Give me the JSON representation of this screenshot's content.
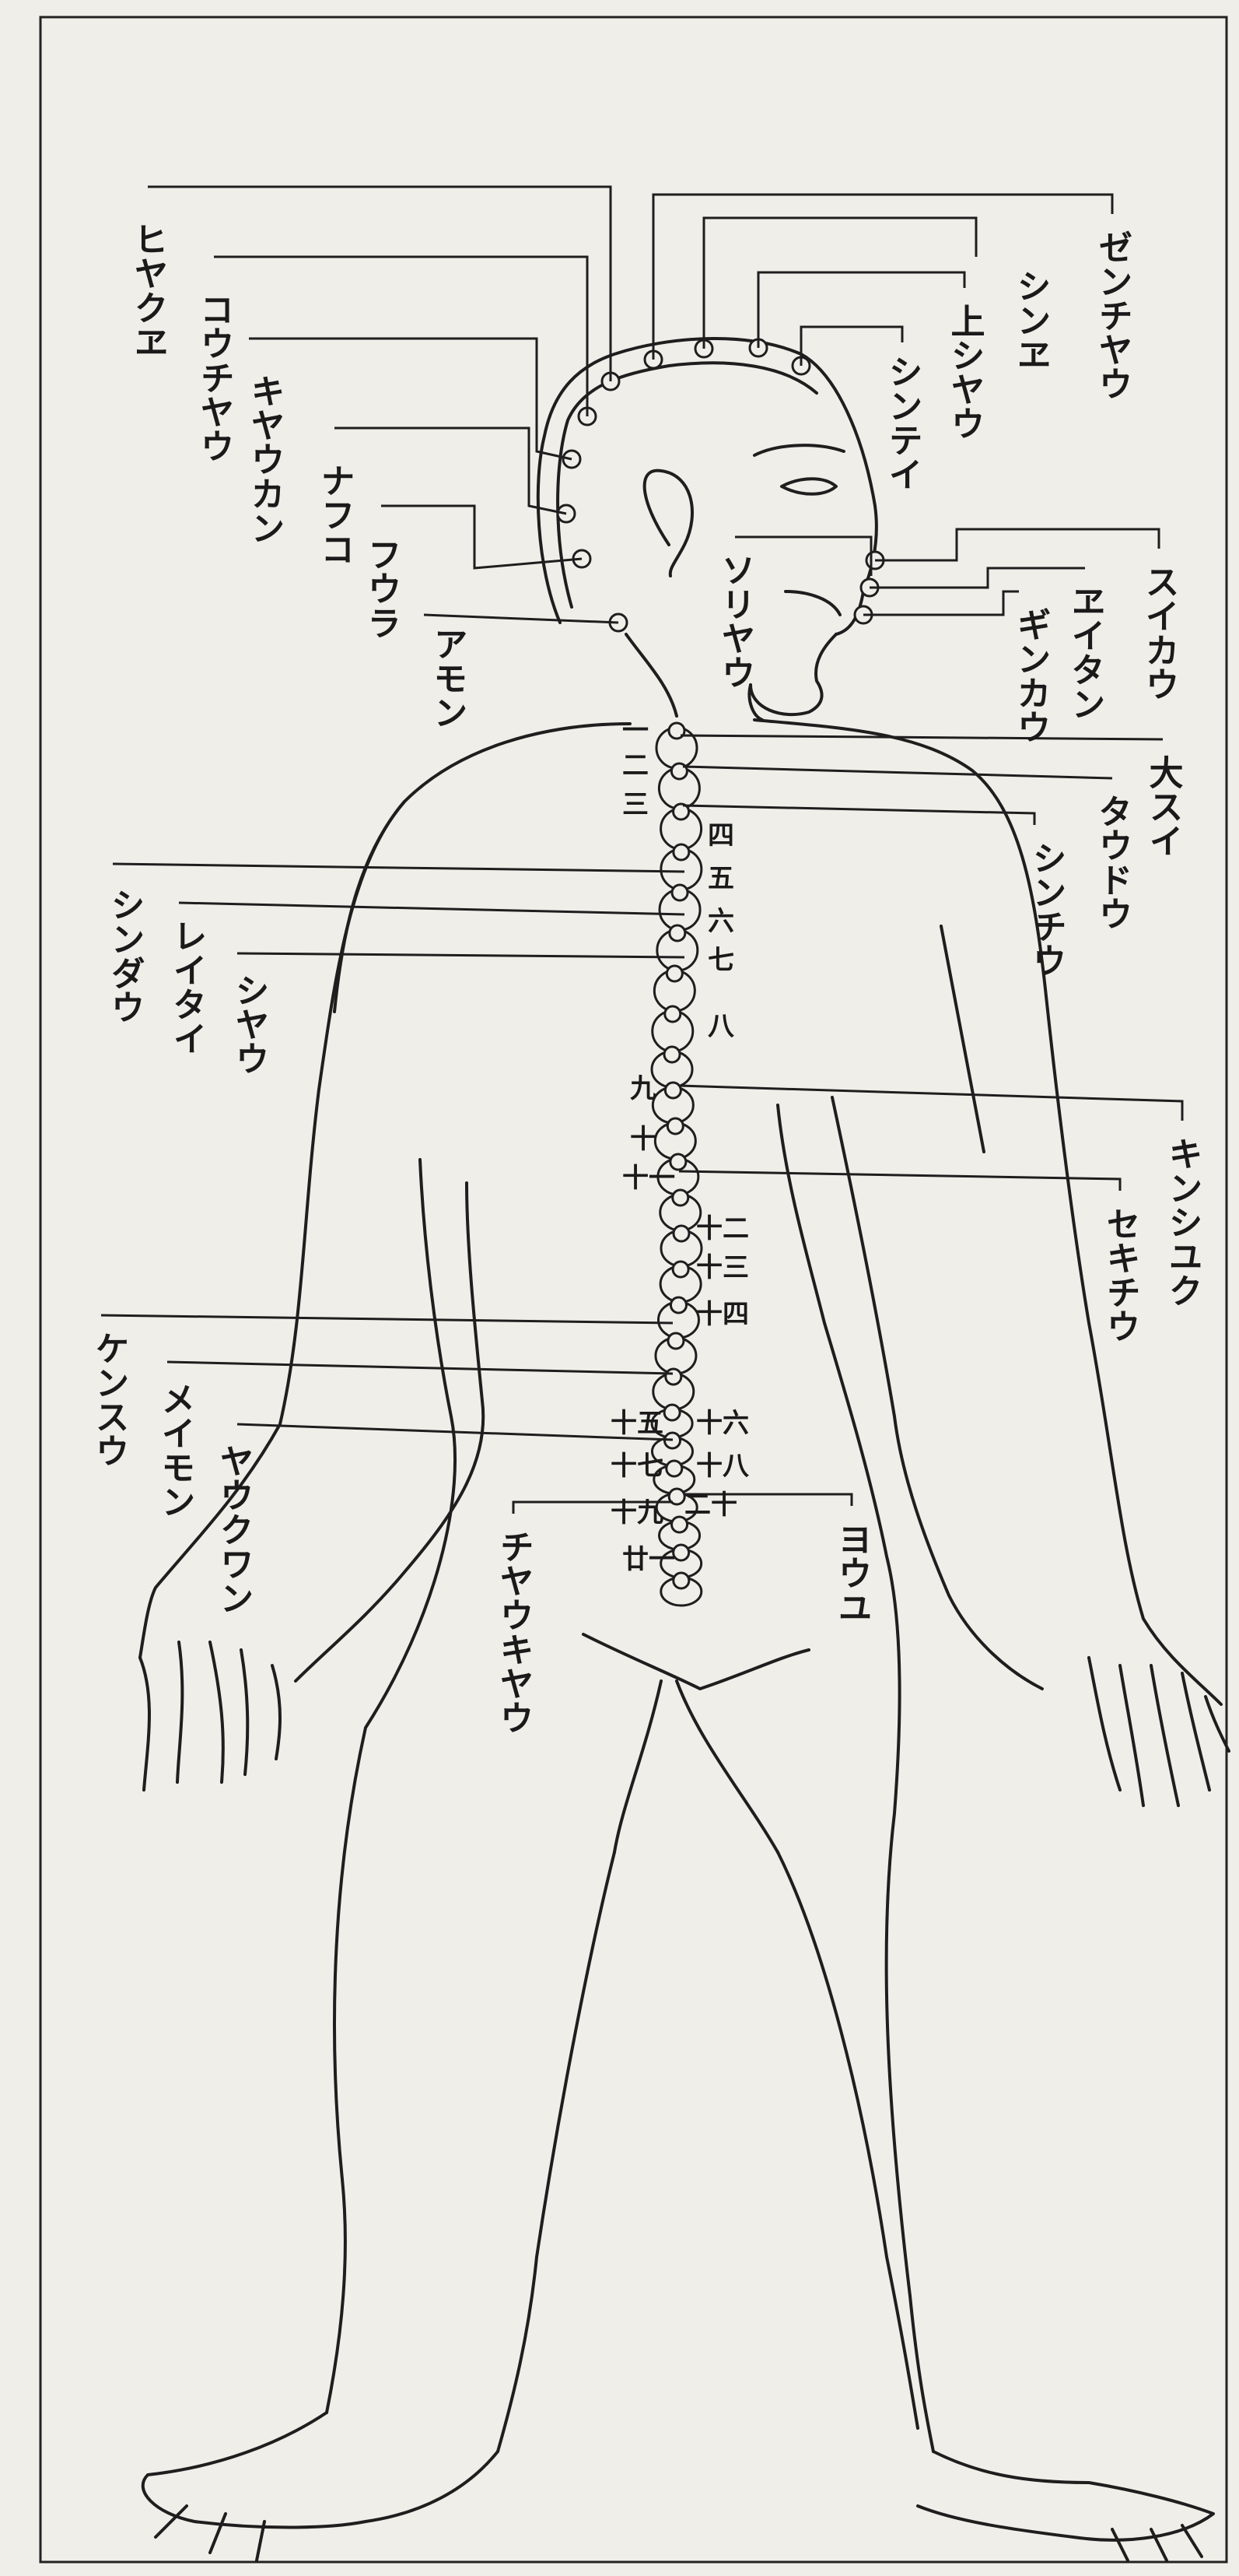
{
  "labels": {
    "hyakue": "ヒヤクヱ",
    "kouchou": "コウチヤウ",
    "kyoukan": "キヤウカン",
    "nafuko": "ナフコ",
    "fuura": "フウラ",
    "amon": "アモン",
    "zenchou": "ゼンチヤウ",
    "shine": "シンヱ",
    "joushou": "上シヤウ",
    "shintei": "シンテイ",
    "suikou": "スイカウ",
    "eitan": "ヱイタン",
    "ginkou": "ギンカウ",
    "soryou": "ソリヤウ",
    "daisui": "大スイ",
    "toudou": "タウドウ",
    "shinchuu": "シンチウ",
    "shindou": "シンダウ",
    "reitai": "レイタイ",
    "shiyau": "シヤウ",
    "kinshuku": "キンシユク",
    "sekichuu": "セキチウ",
    "kensuu": "ケンスウ",
    "meimon": "メイモン",
    "youkuwan": "ヤウクワン",
    "youyu": "ヨウユ",
    "chuukyou": "チヤウキヤウ"
  },
  "vertebra_numbers": {
    "n1": "一",
    "n2": "二",
    "n3": "三",
    "n4": "四",
    "n5": "五",
    "n6": "六",
    "n7": "七",
    "n8": "八",
    "n9": "九",
    "n10": "十",
    "n11": "十一",
    "n12": "十二",
    "n13": "十三",
    "n14": "十四",
    "n15": "十五",
    "n16": "十六",
    "n17": "十七",
    "n18": "十八",
    "n19": "十九",
    "n20": "二十",
    "n21": "廿一"
  }
}
